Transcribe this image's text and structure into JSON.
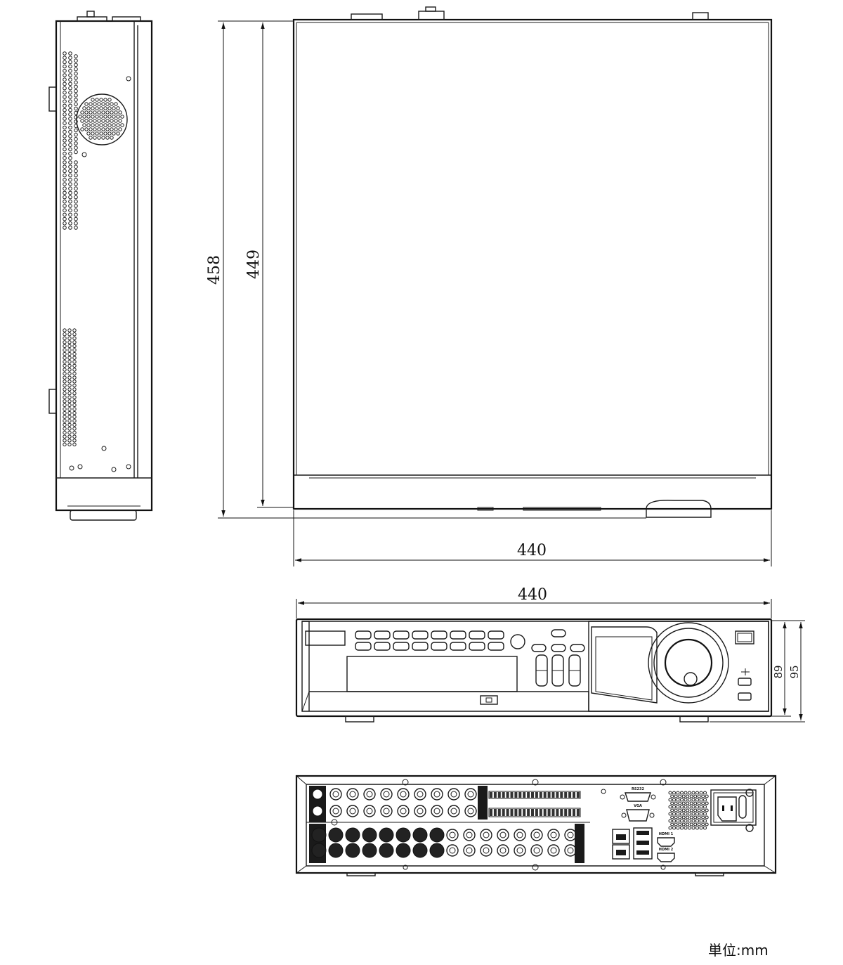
{
  "dimensions": {
    "top_depth_outer": "458",
    "top_depth_inner": "449",
    "top_width": "440",
    "front_width": "440",
    "front_height_inner": "89",
    "front_height_outer": "95"
  },
  "rear_labels": {
    "rs232": "RS232",
    "vga": "VGA",
    "hdmi1": "HDMI 1",
    "hdmi2": "HDMI 2"
  },
  "unit_label": "単位:mm"
}
